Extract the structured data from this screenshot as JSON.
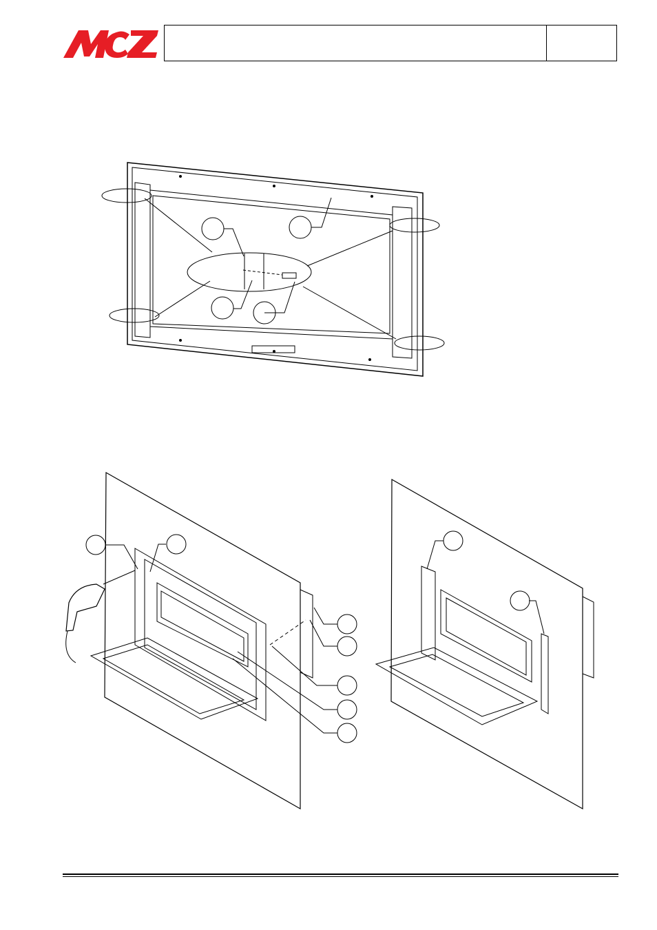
{
  "header": {
    "logo_text": "MCZ",
    "brand_color": "#e61e25",
    "title": "",
    "page": ""
  },
  "figures": [
    {
      "name": "frame-assembly-detail",
      "callouts": 4
    },
    {
      "name": "wall-installation-drilling",
      "callouts": 7
    },
    {
      "name": "wall-installation-mounted",
      "callouts": 2
    }
  ]
}
